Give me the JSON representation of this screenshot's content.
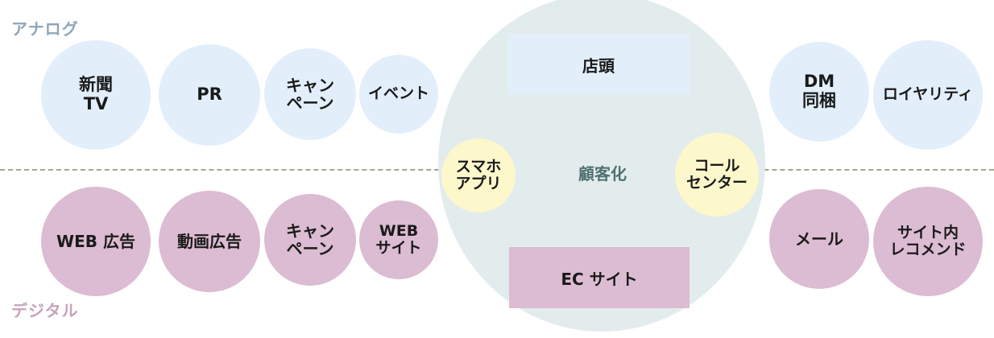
{
  "labels": {
    "analog": "アナログ",
    "digital": "デジタル"
  },
  "analog_items": [
    "新聞\nTV",
    "PR",
    "キャン\nペーン",
    "イベント",
    "DM\n同梱",
    "ロイヤリティ"
  ],
  "digital_items": [
    "WEB 広告",
    "動画広告",
    "キャン\nペーン",
    "WEB\nサイト",
    "メール",
    "サイト内\nレコメンド"
  ],
  "center": {
    "top": "店頭",
    "middle": "顧客化",
    "left": "スマホ\nアプリ",
    "right": "コール\nセンター",
    "bottom": "EC サイト"
  },
  "colors": {
    "analog_fill": "#e2effb",
    "digital_fill": "#dcbcd2",
    "center_fill": "#e3ecec",
    "yellow_fill": "#fdf7cc",
    "center_text": "#4f7272"
  }
}
